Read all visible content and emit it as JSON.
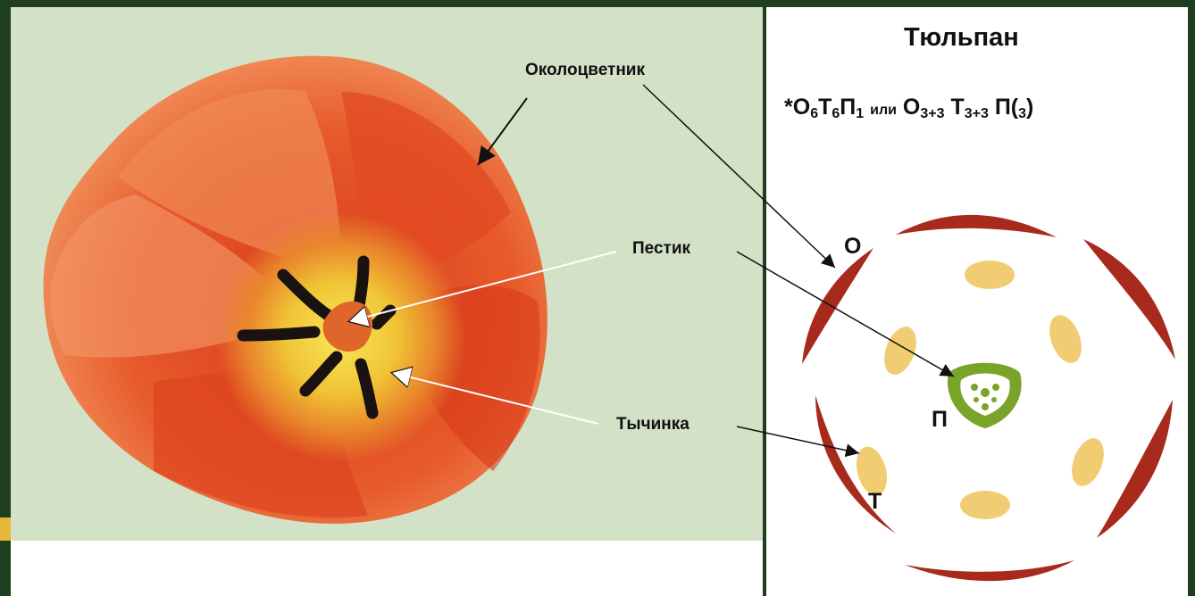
{
  "labels": {
    "perianth": "Околоцветник",
    "pistil": "Пестик",
    "stamen": "Тычинка"
  },
  "diagram": {
    "title": "Тюльпан",
    "formula": {
      "star": "*",
      "O": "О",
      "O_sub": "6",
      "T": "Т",
      "T_sub": "6",
      "P": "П",
      "P_sub": "1",
      "or": "или",
      "O2": "О",
      "O2_sub": "3+3",
      "T2": "Т",
      "T2_sub": "3+3",
      "P2": "П(",
      "P2_sub": "3",
      "close": ")"
    },
    "letter_O": "О",
    "letter_P": "П",
    "letter_T": "Т"
  },
  "colors": {
    "background_frame": "#1f3d1f",
    "photo_bg": "#d3e2c6",
    "tepal": "#a82a1c",
    "stamen": "#f2cc72",
    "pistil": "#7aa32a",
    "petal_orange": "#e8552a"
  }
}
